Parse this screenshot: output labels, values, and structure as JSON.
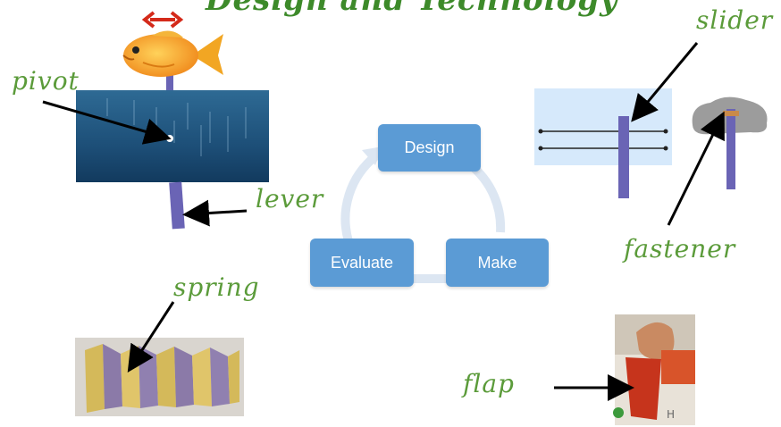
{
  "title": "Design and Technology",
  "cycle": {
    "design": "Design",
    "make": "Make",
    "evaluate": "Evaluate"
  },
  "labels": {
    "pivot": "pivot",
    "lever": "lever",
    "slider": "slider",
    "fastener": "fastener",
    "spring": "spring",
    "flap": "flap"
  }
}
